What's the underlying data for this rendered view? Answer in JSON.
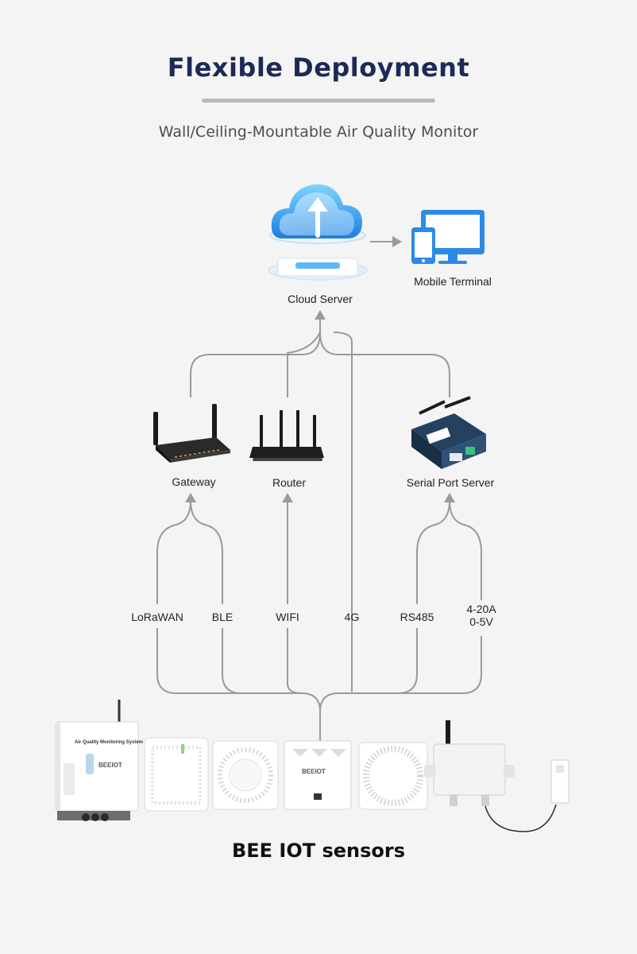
{
  "header": {
    "title": "Flexible Deployment",
    "subtitle": "Wall/Ceiling-Mountable Air Quality Monitor"
  },
  "nodes": {
    "cloud_server": "Cloud Server",
    "mobile_terminal": "Mobile Terminal",
    "gateway": "Gateway",
    "router": "Router",
    "serial_port_server": "Serial Port Server"
  },
  "protocols": {
    "lorawan": "LoRaWAN",
    "ble": "BLE",
    "wifi": "WIFI",
    "g4": "4G",
    "rs485": "RS485",
    "analog_line1": "4-20A",
    "analog_line2": "0-5V"
  },
  "device_text": {
    "monitoring_system": "Air Quality Monitoring System",
    "brand_logo": "BEEIOT"
  },
  "footer": {
    "caption": "BEE IOT sensors"
  },
  "colors": {
    "title": "#1d2a57",
    "connector": "#9a9a9a",
    "cloud_blue": "#2f8fe8",
    "device_blue": "#1f8fe0"
  }
}
